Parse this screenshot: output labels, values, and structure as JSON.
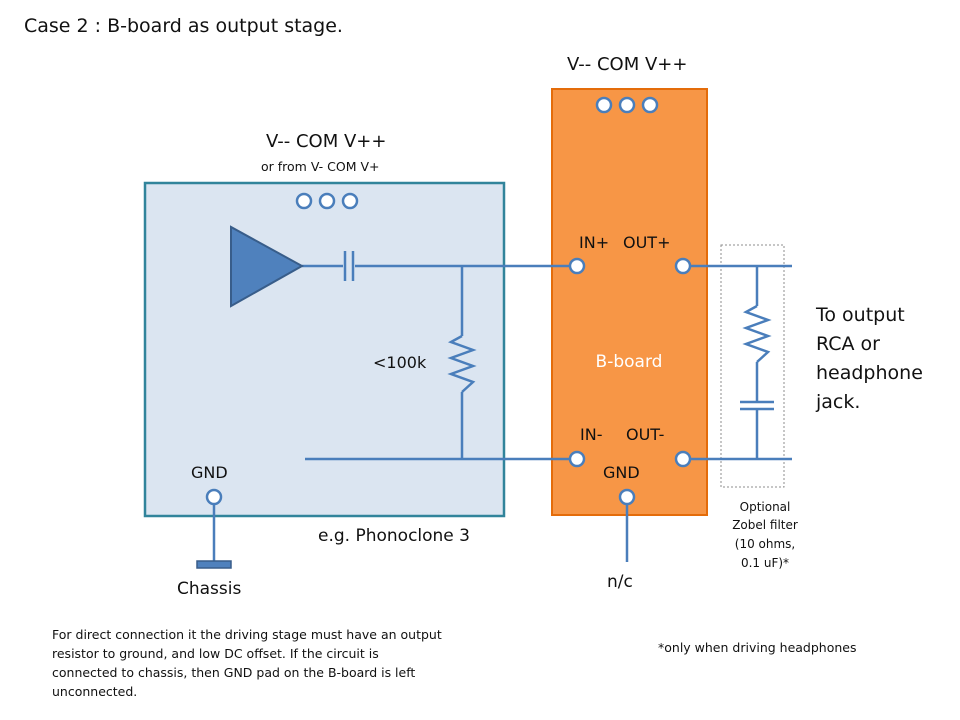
{
  "title": "Case 2 : B-board as output stage.",
  "colors": {
    "wire": "#4a7ebb",
    "panel_fill": "#dbe5f1",
    "panel_border": "#31849b",
    "bboard_fill": "#f79646",
    "bboard_border": "#e46c0a",
    "amp_fill": "#4f81bd",
    "amp_border": "#385d8a"
  },
  "icons": {
    "amplifier": "triangle-amplifier-icon",
    "capacitor": "capacitor-icon",
    "resistor": "zigzag-resistor-icon",
    "pad": "circle-pad-icon",
    "chassis": "chassis-ground-icon"
  },
  "source_board": {
    "supply_label": "V-- COM V++",
    "supply_alt_label": "or from V- COM V+",
    "gnd_label": "GND",
    "resistor_label": "<100k",
    "example_label": "e.g. Phonoclone 3"
  },
  "bboard": {
    "supply_label": "V-- COM V++",
    "name": "B-board",
    "in_plus_label": "IN+",
    "out_plus_label": "OUT+",
    "in_minus_label": "IN-",
    "out_minus_label": "OUT-",
    "gnd_label": "GND",
    "nc_label": "n/c"
  },
  "chassis_label": "Chassis",
  "zobel": {
    "line1": "Optional",
    "line2": "Zobel filter",
    "line3": "(10 ohms,",
    "line4": "0.1 uF)*"
  },
  "output_label": {
    "line1": "To output",
    "line2": "RCA or",
    "line3": "headphone",
    "line4": "jack."
  },
  "footnote": "*only when driving  headphones",
  "note": {
    "line1": "For direct connection it the driving stage must have an output",
    "line2": "resistor to ground, and low DC offset. If the circuit is",
    "line3": "connected to chassis, then GND pad on the B-board is left",
    "line4": "unconnected."
  }
}
